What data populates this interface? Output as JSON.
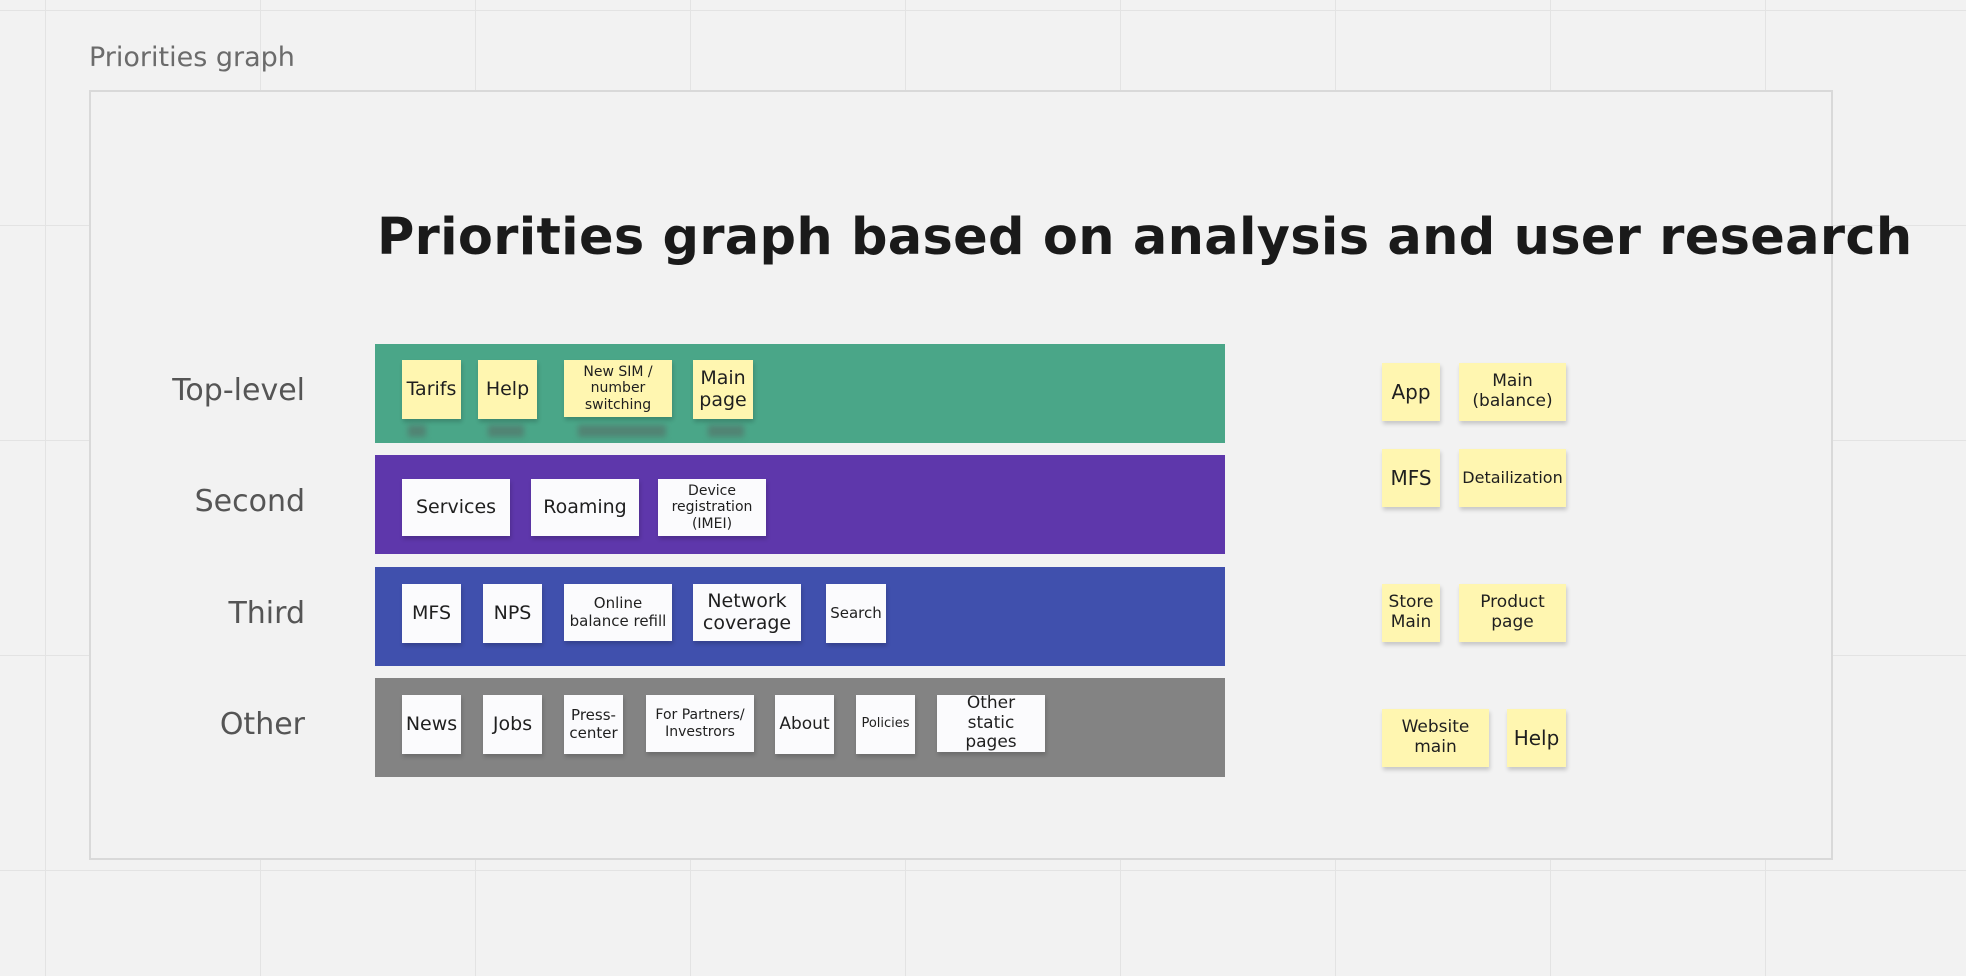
{
  "frame": {
    "label": "Priorities graph"
  },
  "title": "Priorities graph based on analysis and user research",
  "levels": [
    {
      "label": "Top-level",
      "color": "#4aa688",
      "notes": [
        "Tarifs",
        "Help",
        "New SIM / number switching",
        "Main page"
      ]
    },
    {
      "label": "Second",
      "color": "#5e37ab",
      "notes": [
        "Services",
        "Roaming",
        "Device registration (IMEI)"
      ]
    },
    {
      "label": "Third",
      "color": "#4050ad",
      "notes": [
        "MFS",
        "NPS",
        "Online balance refill",
        "Network coverage",
        "Search"
      ]
    },
    {
      "label": "Other",
      "color": "#838383",
      "notes": [
        "News",
        "Jobs",
        "Press-center",
        "For Partners/ Investrors",
        "About",
        "Policies",
        "Other static pages"
      ]
    }
  ],
  "side_notes": [
    "App",
    "Main (balance)",
    "MFS",
    "Detailization",
    "Store Main",
    "Product page",
    "Website main",
    "Help"
  ],
  "colors": {
    "sticky_yellow": "#fff6b0",
    "sticky_white": "#fbfbfd"
  }
}
